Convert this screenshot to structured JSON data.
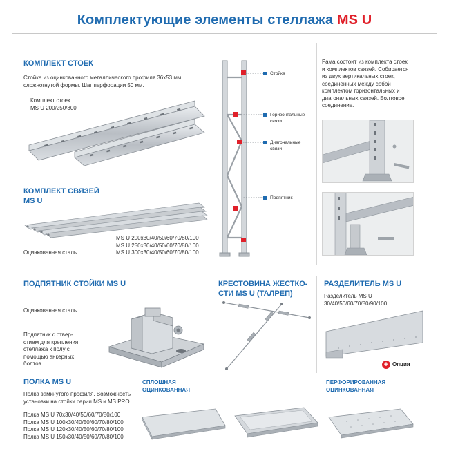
{
  "header": {
    "title_main": "Комплектующие элементы стеллажа ",
    "title_accent": "MS U"
  },
  "stoiki": {
    "heading": "КОМПЛЕКТ СТОЕК",
    "desc_lines": [
      "Стойка из оцинкованного металлического профиля 36x53 мм",
      "сложногнутой формы. Шаг перфорации 50 мм."
    ],
    "label_lines": [
      "Комплект стоек",
      "MS U 200/250/300"
    ]
  },
  "frame": {
    "callouts": [
      "Стойка",
      "Горизонтальные связи",
      "Диагональные связи",
      "Подпятник"
    ],
    "desc_lines": [
      "Рама состоит из комплекта стоек",
      "и комплектов связей. Собирается",
      "из двух вертикальных стоек,",
      "соединенных между собой",
      "комплектом горизонтальных и",
      "диагональных связей. Болтовое",
      "соединение."
    ]
  },
  "svyazi": {
    "heading_lines": [
      "КОМПЛЕКТ СВЯЗЕЙ",
      "MS U"
    ],
    "sizes": [
      "MS U 200x30/40/50/60/70/80/100",
      "MS U 250x30/40/50/60/70/80/100",
      "MS U 300x30/40/50/60/70/80/100"
    ],
    "material": "Оцинкованная сталь"
  },
  "podpyatnik": {
    "heading": "ПОДПЯТНИК СТОЙКИ MS U",
    "material": "Оцинкованная сталь",
    "desc_lines": [
      "Подпятник с отвер-",
      "стием для крепления",
      "стеллажа к полу с",
      "помощью анкерных",
      "болтов."
    ]
  },
  "krestovina": {
    "heading_lines": [
      "КРЕСТОВИНА ЖЕСТКО-",
      "СТИ MS U (ТАЛРЕП)"
    ]
  },
  "razdelitel": {
    "heading": "РАЗДЕЛИТЕЛЬ MS U",
    "desc_lines": [
      "Разделитель MS U",
      "30/40/50/60/70/80/90/100"
    ],
    "option_label": "Опция",
    "option_symbol": "+"
  },
  "polka": {
    "heading": "ПОЛКА MS U",
    "desc_lines": [
      "Полка замкнутого профиля. Возможность",
      "установки на стойки серии MS и MS PRO"
    ],
    "sizes": [
      "Полка MS U 70x30/40/50/60/70/80/100",
      "Полка MS U 100x30/40/50/60/70/80/100",
      "Полка MS U 120x30/40/50/60/70/80/100",
      "Полка MS U 150x30/40/50/60/70/80/100"
    ],
    "type_solid": [
      "СПЛОШНАЯ",
      "ОЦИНКОВАННАЯ"
    ],
    "type_perforated": [
      "ПЕРФОРИРОВАННАЯ",
      "ОЦИНКОВАННАЯ"
    ]
  },
  "colors": {
    "brand_blue": "#1f6bb0",
    "accent_red": "#e0202a",
    "steel": "#c9cdd1"
  }
}
